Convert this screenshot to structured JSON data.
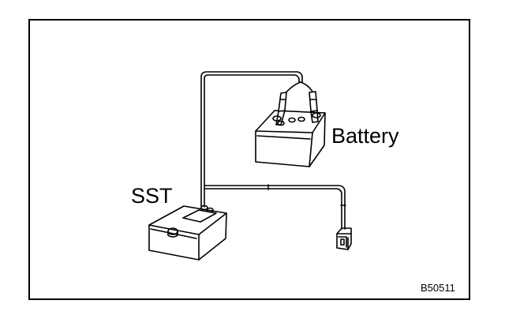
{
  "labels": {
    "battery": "Battery",
    "sst": "SST",
    "figure_code": "B50511"
  },
  "icons": {
    "battery": "battery-icon",
    "tester": "sst-tester-icon",
    "connector": "connector-plug-icon"
  },
  "colors": {
    "line": "#000000",
    "background": "#ffffff"
  }
}
